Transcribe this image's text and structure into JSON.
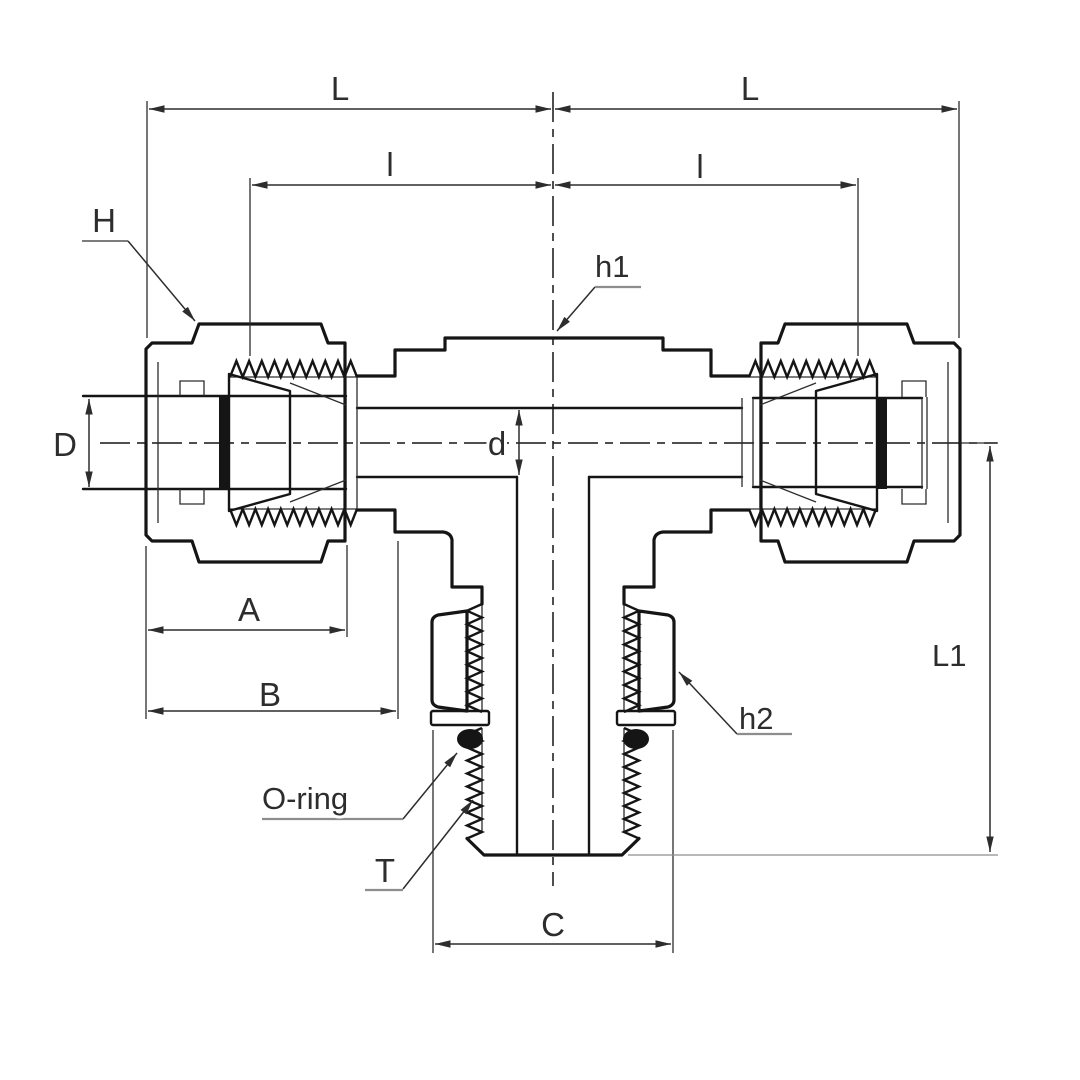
{
  "colors": {
    "background": "#ffffff",
    "line": "#151515",
    "dim": "#2d2d2d",
    "muted": "#8d8d8d"
  },
  "labels": {
    "length_left": "L",
    "length_right": "L",
    "insertion_left": "l",
    "insertion_right": "l",
    "nut_hex": "H",
    "body_hex": "h1",
    "branch_hex": "h2",
    "tube_od": "D",
    "bore": "d",
    "nut_width": "A",
    "body_width": "B",
    "branch_hex_width": "C",
    "branch_length": "L1",
    "thread": "T",
    "oring": "O-ring"
  }
}
